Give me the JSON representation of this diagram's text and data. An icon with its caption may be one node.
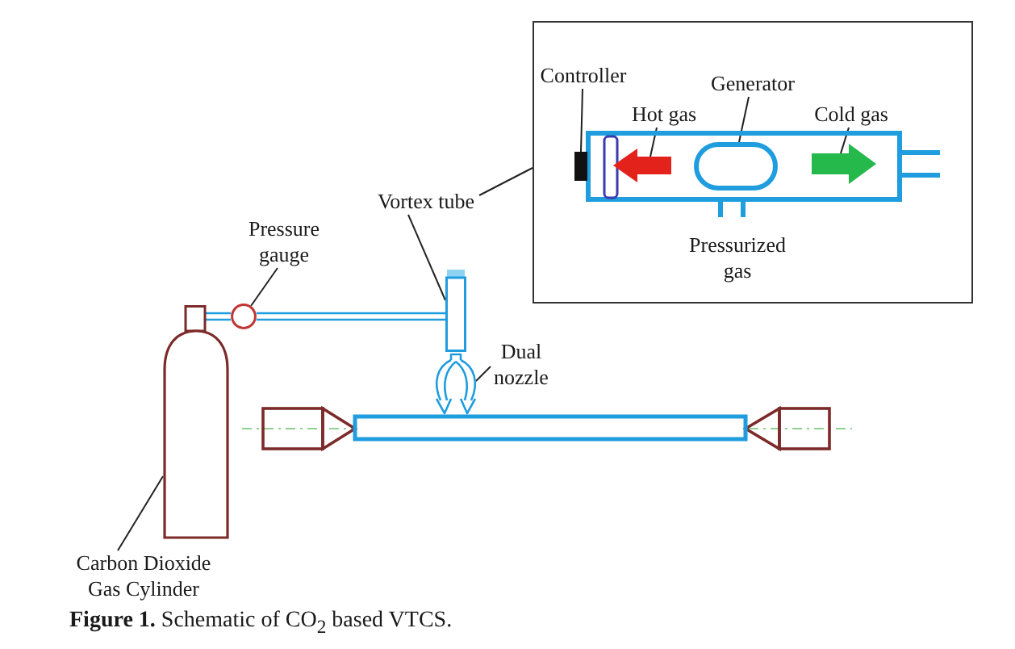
{
  "diagram": {
    "caption": "**Figure 1.** Schematic of CO$_{2}$ based VTCS.",
    "nodes": [
      {
        "text": [],
        "shape": "box"
      },
      {
        "text": [
          "Controller"
        ],
        "in": 0
      },
      {
        "text": [
          "Generator"
        ],
        "in": 0
      },
      {
        "text": [
          "Hot gas"
        ],
        "in": 0
      },
      {
        "text": [
          "Cold gas"
        ],
        "in": 0
      },
      {
        "text": [],
        "shape": "box",
        "in": 0
      },
      {
        "text": [],
        "shape": "arrow",
        "in": 0
      },
      {
        "text": [],
        "shape": "oval",
        "in": 0
      },
      {
        "text": [],
        "shape": "arrow",
        "in": 0
      },
      {
        "text": [
          "Vortex tube"
        ]
      },
      {
        "text": [
          "Pressure gauge"
        ]
      },
      {
        "text": [],
        "shape": "circle"
      },
      {
        "text": [],
        "shape": "cylinder"
      },
      {
        "text": [],
        "shape": "box"
      },
      {
        "text": [
          "Dual nozzle"
        ]
      },
      {
        "text": [],
        "shape": "picture"
      },
      {
        "text": [
          "Carbon Dioxide Gas Cylinder"
        ]
      }
    ],
    "edges": [
      {
        "from": 1,
        "to": 5,
        "arrow": "none"
      },
      {
        "from": 3,
        "to": 6,
        "arrow": "none"
      },
      {
        "from": 2,
        "to": 7,
        "arrow": "none"
      },
      {
        "from": 4,
        "to": 8,
        "arrow": "none"
      },
      {
        "from": 9,
        "to": 0,
        "arrow": "none"
      },
      {
        "from": 9,
        "to": 13,
        "arrow": "none"
      },
      {
        "from": 10,
        "to": 11,
        "arrow": "none"
      },
      {
        "from": 12,
        "to": 11,
        "arrow": "none",
        "color": "#1f9ddf"
      },
      {
        "from": 11,
        "to": 13,
        "arrow": "none",
        "color": "#1f9ddf"
      },
      {
        "from": 14,
        "to": 15,
        "arrow": "none"
      },
      {
        "from": 16,
        "to": 12,
        "arrow": "none"
      },
      {
        "from": 7,
        "to": 5,
        "arrow": "to",
        "style": "thick",
        "color": "#e3231b"
      },
      {
        "from": 7,
        "to": null,
        "arrow": "to",
        "style": "thick",
        "color": "#25b84a"
      }
    ],
    "labels": [
      "Pressurized gas"
    ]
  }
}
